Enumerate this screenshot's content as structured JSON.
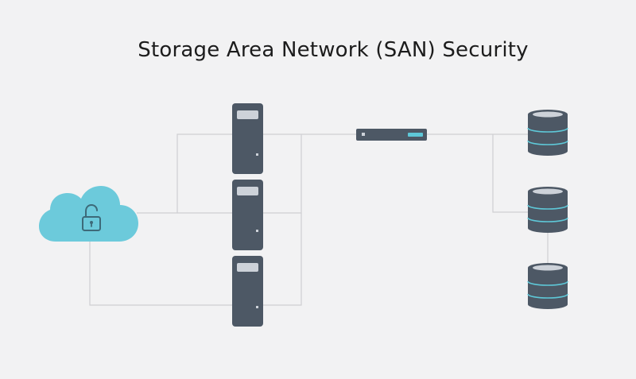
{
  "title": "Storage Area Network (SAN) Security",
  "colors": {
    "background": "#f2f2f3",
    "device": "#4d5865",
    "device_light": "#cdd2d9",
    "accent": "#5ec8d8",
    "cloud": "#6ccadb",
    "lock": "#3d6a79",
    "line": "#cfcfd2"
  },
  "nodes": [
    {
      "id": "cloud",
      "icon": "cloud-lock-icon"
    },
    {
      "id": "server-1",
      "icon": "server-tower-icon"
    },
    {
      "id": "server-2",
      "icon": "server-tower-icon"
    },
    {
      "id": "server-3",
      "icon": "server-tower-icon"
    },
    {
      "id": "switch",
      "icon": "network-switch-icon"
    },
    {
      "id": "storage-1",
      "icon": "database-icon"
    },
    {
      "id": "storage-2",
      "icon": "database-icon"
    },
    {
      "id": "storage-3",
      "icon": "database-icon"
    }
  ],
  "edges": [
    [
      "cloud",
      "server-1"
    ],
    [
      "cloud",
      "server-2"
    ],
    [
      "cloud",
      "server-3"
    ],
    [
      "server-1",
      "switch"
    ],
    [
      "server-2",
      "switch"
    ],
    [
      "server-3",
      "switch"
    ],
    [
      "switch",
      "storage-1"
    ],
    [
      "switch",
      "storage-2"
    ],
    [
      "storage-2",
      "storage-3"
    ]
  ]
}
